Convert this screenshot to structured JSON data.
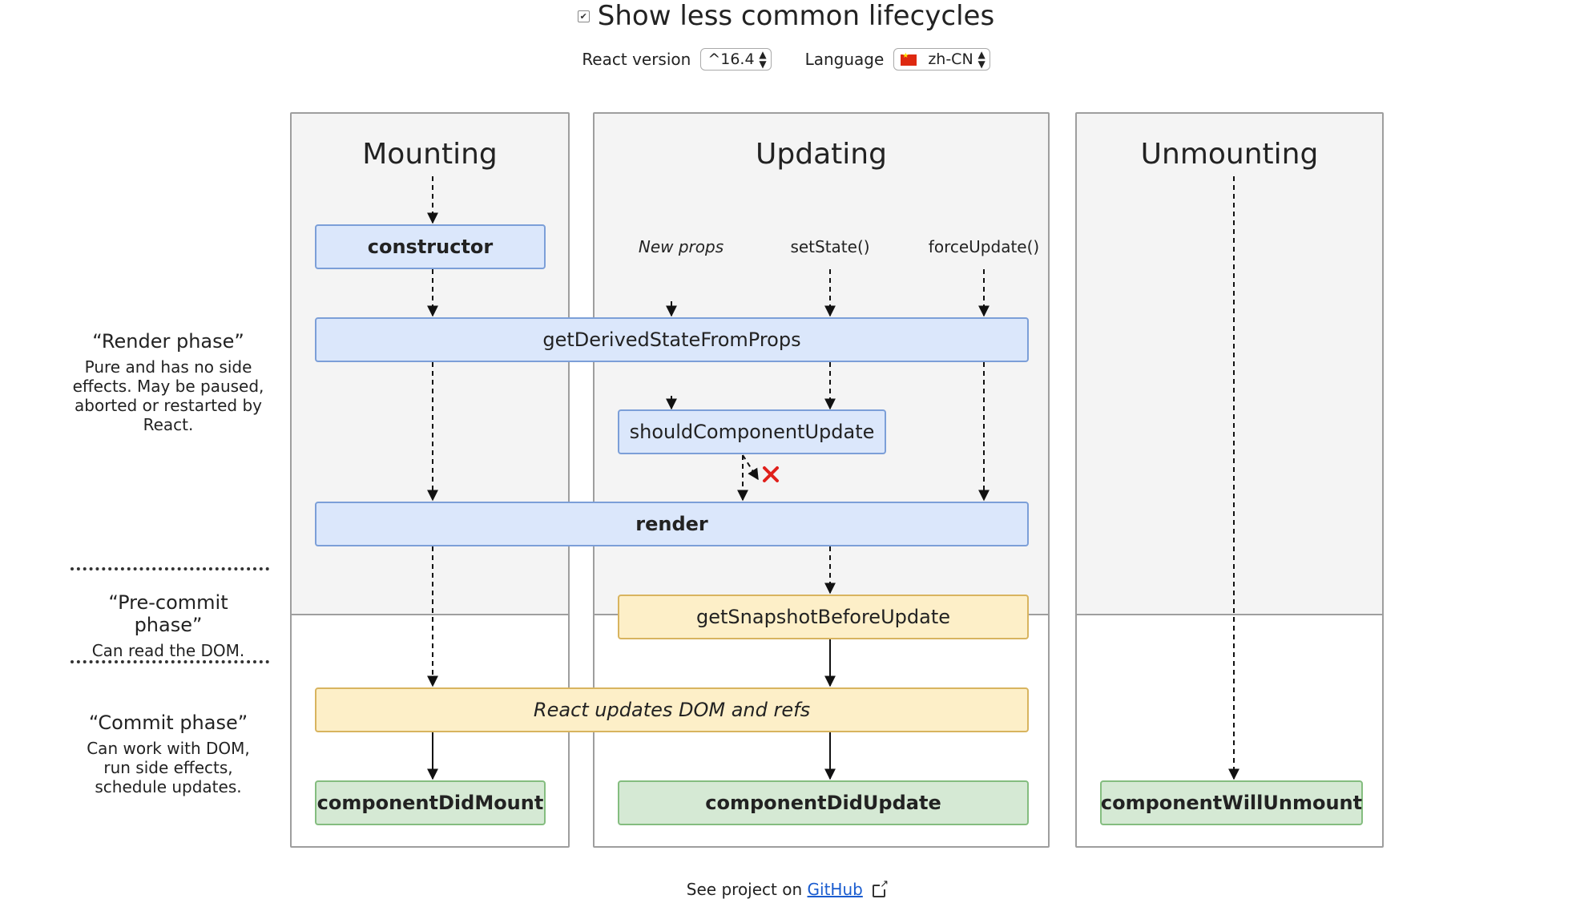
{
  "header": {
    "show_less_label": "Show less common lifecycles",
    "react_version_label": "React version",
    "react_version_value": "^16.4",
    "language_label": "Language",
    "language_value": "zh-CN"
  },
  "columns": {
    "mounting": "Mounting",
    "updating": "Updating",
    "unmounting": "Unmounting"
  },
  "triggers": {
    "new_props": "New props",
    "set_state": "setState()",
    "force_update": "forceUpdate()"
  },
  "nodes": {
    "constructor": "constructor",
    "get_derived_state": "getDerivedStateFromProps",
    "should_component_update": "shouldComponentUpdate",
    "render": "render",
    "get_snapshot": "getSnapshotBeforeUpdate",
    "react_updates_dom": "React updates DOM and refs",
    "component_did_mount": "componentDidMount",
    "component_did_update": "componentDidUpdate",
    "component_will_unmount": "componentWillUnmount"
  },
  "phases": {
    "render_title": "“Render phase”",
    "render_desc": "Pure and has no side effects. May be paused, aborted or restarted by React.",
    "precommit_title": "“Pre-commit phase”",
    "precommit_desc": "Can read the DOM.",
    "commit_title": "“Commit phase”",
    "commit_desc": "Can work with DOM, run side effects, schedule updates."
  },
  "footer": {
    "prefix": "See project on",
    "link": "GitHub"
  },
  "colors": {
    "blue_fill": "#dbe7fb",
    "yellow_fill": "#fdefc8",
    "green_fill": "#d5e9d4",
    "cancel_mark": "#e0201b"
  },
  "icons": [
    "checkbox-icon",
    "select-arrows-icon",
    "china-flag-icon",
    "cancel-x-icon",
    "external-link-icon"
  ]
}
